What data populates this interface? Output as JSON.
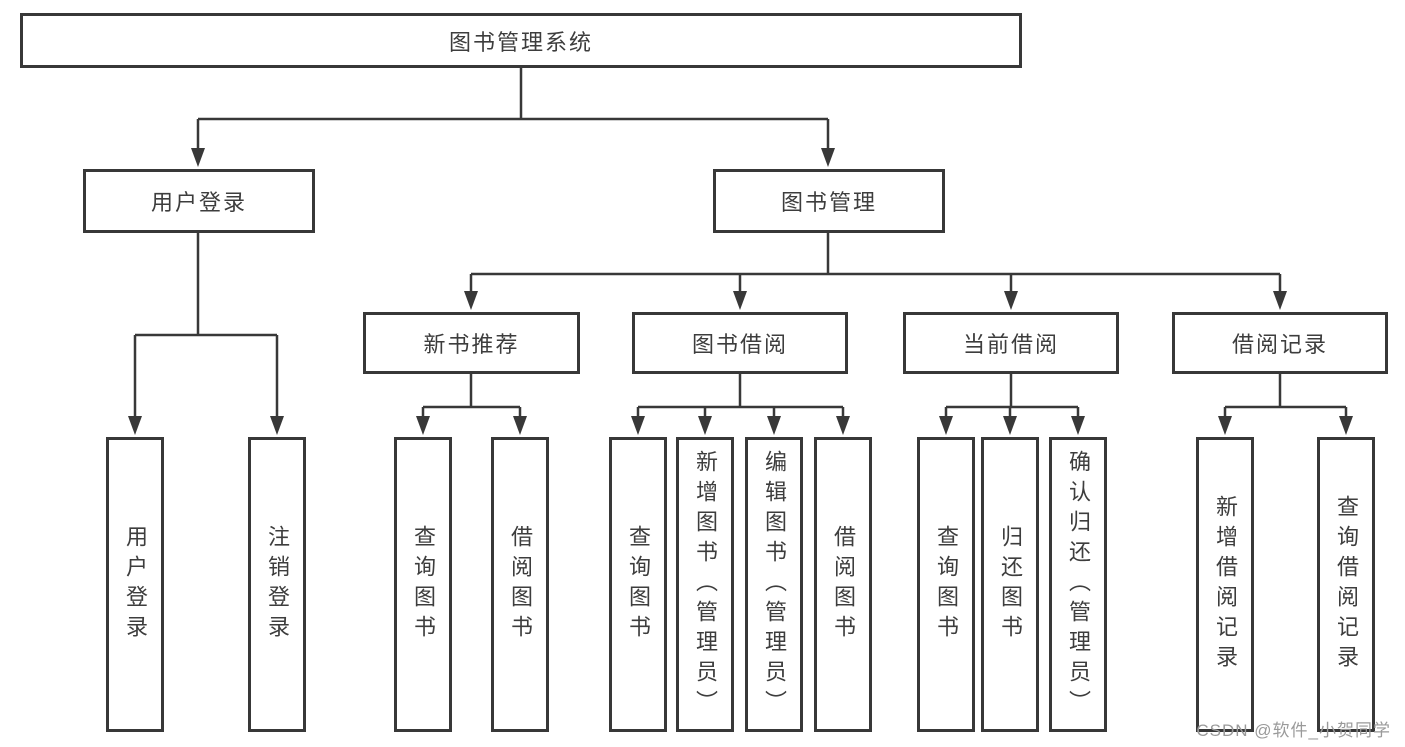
{
  "diagram": {
    "root": {
      "label": "图书管理系统"
    },
    "level2": {
      "user_login": {
        "label": "用户登录"
      },
      "book_management": {
        "label": "图书管理"
      }
    },
    "level3": {
      "new_book_recommend": {
        "label": "新书推荐"
      },
      "book_borrow": {
        "label": "图书借阅"
      },
      "current_borrow": {
        "label": "当前借阅"
      },
      "borrow_records": {
        "label": "借阅记录"
      }
    },
    "leaves": {
      "user_login": [
        "用户登录",
        "注销登录"
      ],
      "new_book_recommend": [
        "查询图书",
        "借阅图书"
      ],
      "book_borrow": [
        "查询图书",
        "新增图书（管理员）",
        "编辑图书（管理员）",
        "借阅图书"
      ],
      "current_borrow": [
        "查询图书",
        "归还图书",
        "确认归还（管理员）"
      ],
      "borrow_records": [
        "新增借阅记录",
        "查询借阅记录"
      ]
    },
    "colors": {
      "line": "#383838",
      "text": "#3d3d3d",
      "background": "#ffffff",
      "watermark": "#9a9a9a"
    }
  },
  "watermark": {
    "text": "CSDN @软件_小贺同学"
  }
}
